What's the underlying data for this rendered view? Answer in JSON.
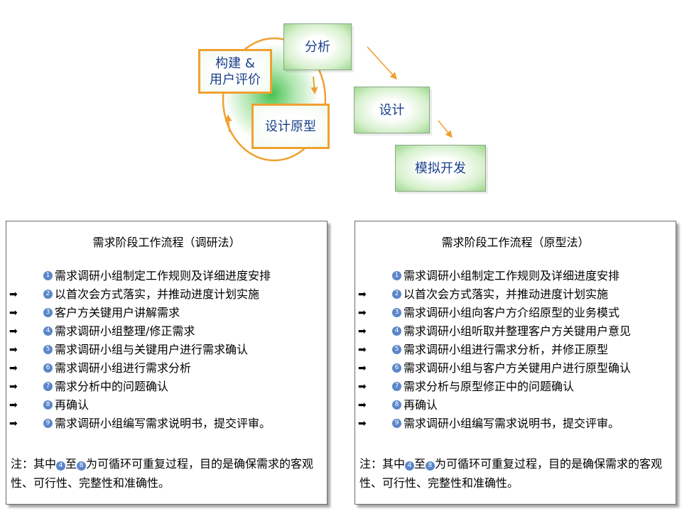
{
  "diagram": {
    "boxes": {
      "build": "构建 &\n用户评价",
      "analysis": "分析",
      "prototype": "设计原型",
      "design": "设计",
      "simulate": "模拟开发"
    },
    "colors": {
      "orange": "#f0a030",
      "green_glow": "#9ed88e",
      "text": "#1a3f8a"
    }
  },
  "left_panel": {
    "title": "需求阶段工作流程（调研法）",
    "steps": [
      {
        "n": "1",
        "text": "需求调研小组制定工作规则及详细进度安排",
        "arrow": false
      },
      {
        "n": "2",
        "text": "以首次会方式落实，并推动进度计划实施",
        "arrow": true
      },
      {
        "n": "3",
        "text": "客户方关键用户讲解需求",
        "arrow": true
      },
      {
        "n": "4",
        "text": "需求调研小组整理/修正需求",
        "arrow": true
      },
      {
        "n": "5",
        "text": "需求调研小组与关键用户进行需求确认",
        "arrow": true
      },
      {
        "n": "6",
        "text": "需求调研小组进行需求分析",
        "arrow": true
      },
      {
        "n": "7",
        "text": "需求分析中的问题确认",
        "arrow": true
      },
      {
        "n": "8",
        "text": "再确认",
        "arrow": true
      },
      {
        "n": "9",
        "text": "需求调研小组编写需求说明书，提交评审。",
        "arrow": true
      }
    ],
    "note": {
      "prefix": "注：其中",
      "from": "4",
      "mid": "至",
      "to": "8",
      "suffix": "为可循环可重复过程，目的是确保需求的客观性、可行性、完整性和准确性。"
    }
  },
  "right_panel": {
    "title": "需求阶段工作流程（原型法）",
    "steps": [
      {
        "n": "1",
        "text": "需求调研小组制定工作规则及详细进度安排",
        "arrow": false
      },
      {
        "n": "2",
        "text": "以首次会方式落实，并推动进度计划实施",
        "arrow": true
      },
      {
        "n": "3",
        "text": "需求调研小组向客户方介绍原型的业务模式",
        "arrow": true
      },
      {
        "n": "4",
        "text": "需求调研小组听取并整理客户方关键用户意见",
        "arrow": true
      },
      {
        "n": "5",
        "text": "需求调研小组进行需求分析，并修正原型",
        "arrow": true
      },
      {
        "n": "6",
        "text": "需求调研小组与客户方关键用户进行原型确认",
        "arrow": true
      },
      {
        "n": "7",
        "text": "需求分析与原型修正中的问题确认",
        "arrow": true
      },
      {
        "n": "8",
        "text": "再确认",
        "arrow": true
      },
      {
        "n": "9",
        "text": "需求调研小组编写需求说明书，提交评审。",
        "arrow": true
      }
    ],
    "note": {
      "prefix": "注：其中",
      "from": "4",
      "mid": "至",
      "to": "8",
      "suffix": "为可循环可重复过程，目的是确保需求的客观性、可行性、完整性和准确性。"
    }
  }
}
